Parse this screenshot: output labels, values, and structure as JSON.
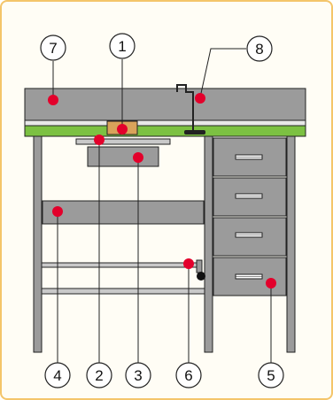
{
  "diagram": {
    "callouts": [
      {
        "id": "1",
        "label": "1"
      },
      {
        "id": "2",
        "label": "2"
      },
      {
        "id": "3",
        "label": "3"
      },
      {
        "id": "4",
        "label": "4"
      },
      {
        "id": "5",
        "label": "5"
      },
      {
        "id": "6",
        "label": "6"
      },
      {
        "id": "7",
        "label": "7"
      },
      {
        "id": "8",
        "label": "8"
      }
    ],
    "colors": {
      "frame_border": "#f4c56a",
      "frame_fill": "#fffdf5",
      "metal": "#9b9b9b",
      "metal_light": "#c9c9c9",
      "worktop": "#7cc142",
      "block": "#d9a35a",
      "marker": "#e3002b",
      "line": "#222222"
    }
  }
}
